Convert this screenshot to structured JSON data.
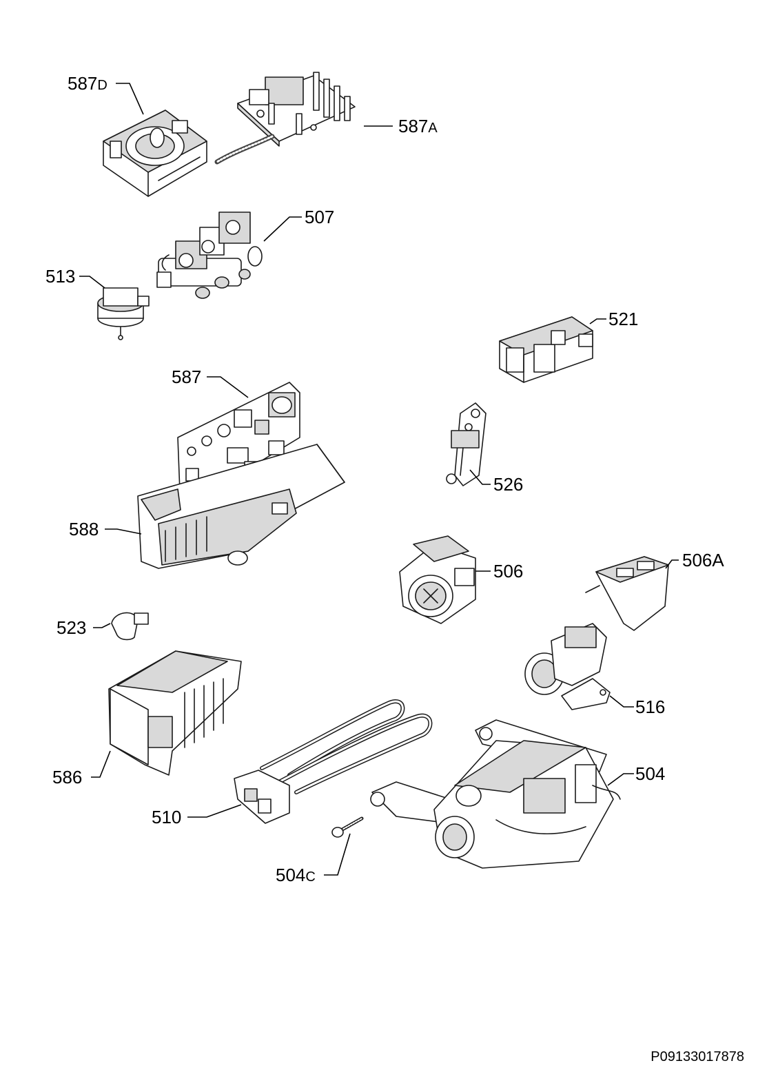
{
  "labels": {
    "l587d": {
      "num": "587",
      "suffix": "D"
    },
    "l587a": {
      "num": "587",
      "suffix": "A"
    },
    "l507": {
      "num": "507",
      "suffix": ""
    },
    "l513": {
      "num": "513",
      "suffix": ""
    },
    "l521": {
      "num": "521",
      "suffix": ""
    },
    "l587": {
      "num": "587",
      "suffix": ""
    },
    "l526": {
      "num": "526",
      "suffix": ""
    },
    "l588": {
      "num": "588",
      "suffix": ""
    },
    "l506": {
      "num": "506",
      "suffix": ""
    },
    "l506a": {
      "num": "506",
      "suffix": "A"
    },
    "l523": {
      "num": "523",
      "suffix": ""
    },
    "l516": {
      "num": "516",
      "suffix": ""
    },
    "l586": {
      "num": "586",
      "suffix": ""
    },
    "l504": {
      "num": "504",
      "suffix": ""
    },
    "l510": {
      "num": "510",
      "suffix": ""
    },
    "l504c": {
      "num": "504",
      "suffix": "C"
    }
  },
  "doc_number": "P09133017878",
  "colors": {
    "ink": "#1a1a1a",
    "shade": "#d9d9d9",
    "background": "#ffffff"
  }
}
